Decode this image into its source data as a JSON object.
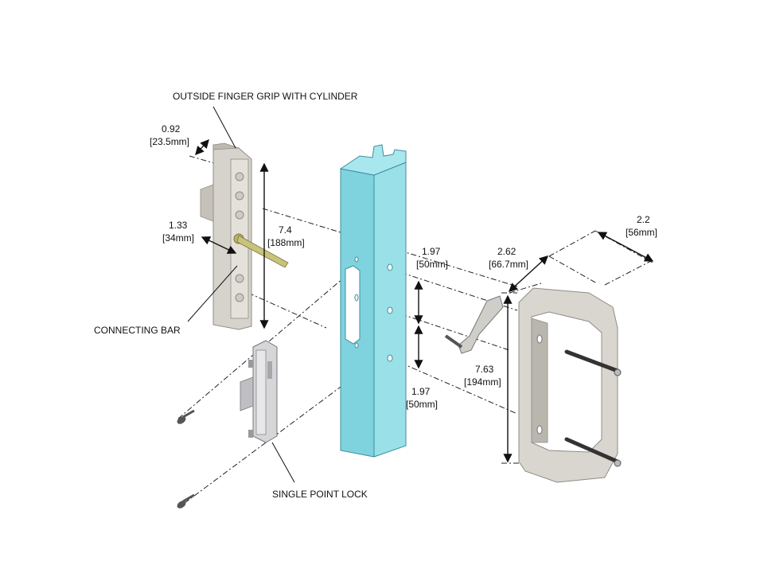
{
  "labels": {
    "outside_grip": "OUTSIDE  FINGER GRIP WITH CYLINDER",
    "connecting_bar": "CONNECTING  BAR",
    "single_point_lock": "SINGLE POINT  LOCK"
  },
  "dimensions": {
    "grip_depth": {
      "in": "0.92",
      "mm": "[23.5mm]"
    },
    "grip_offset": {
      "in": "1.33",
      "mm": "[34mm]"
    },
    "grip_height": {
      "in": "7.4",
      "mm": "[188mm]"
    },
    "hole_spacing_top": {
      "in": "1.97",
      "mm": "[50mm]"
    },
    "hole_spacing_bottom": {
      "in": "1.97",
      "mm": "[50mm]"
    },
    "handle_depth": {
      "in": "2.62",
      "mm": "[66.7mm]"
    },
    "handle_width": {
      "in": "2.2",
      "mm": "[56mm]"
    },
    "handle_height": {
      "in": "7.63",
      "mm": "[194mm]"
    }
  },
  "colors": {
    "post": "#7fd3de",
    "post_dark": "#5fb8c6",
    "metal": "#c9c6bf",
    "metal_dark": "#8f8c86",
    "bar": "#b8b26a",
    "lock": "#cfcfd2"
  }
}
